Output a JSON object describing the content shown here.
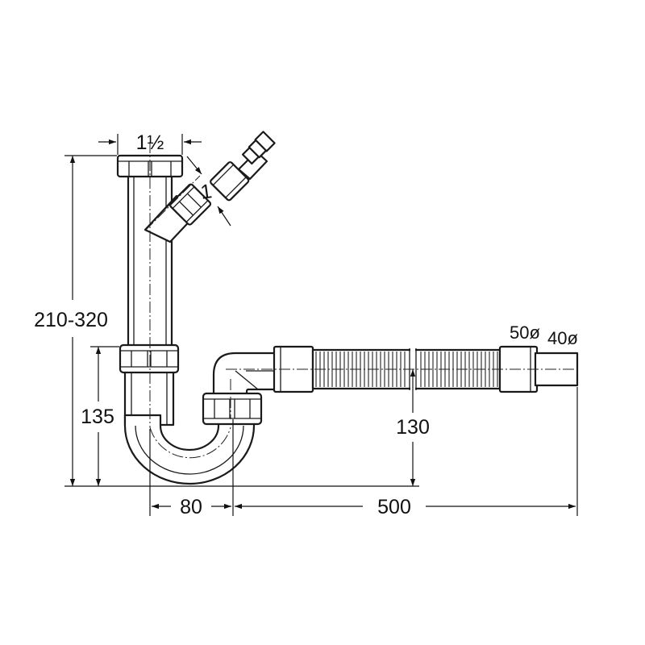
{
  "dimensions": {
    "inlet_size": "1½",
    "branch_size": "1",
    "total_height": "210-320",
    "trap_height": "135",
    "outlet_height": "130",
    "trap_width": "80",
    "hose_length": "500",
    "outer_diameter": "50ø",
    "inner_diameter": "40ø"
  },
  "colors": {
    "line": "#1a1a1a",
    "background": "#ffffff"
  }
}
